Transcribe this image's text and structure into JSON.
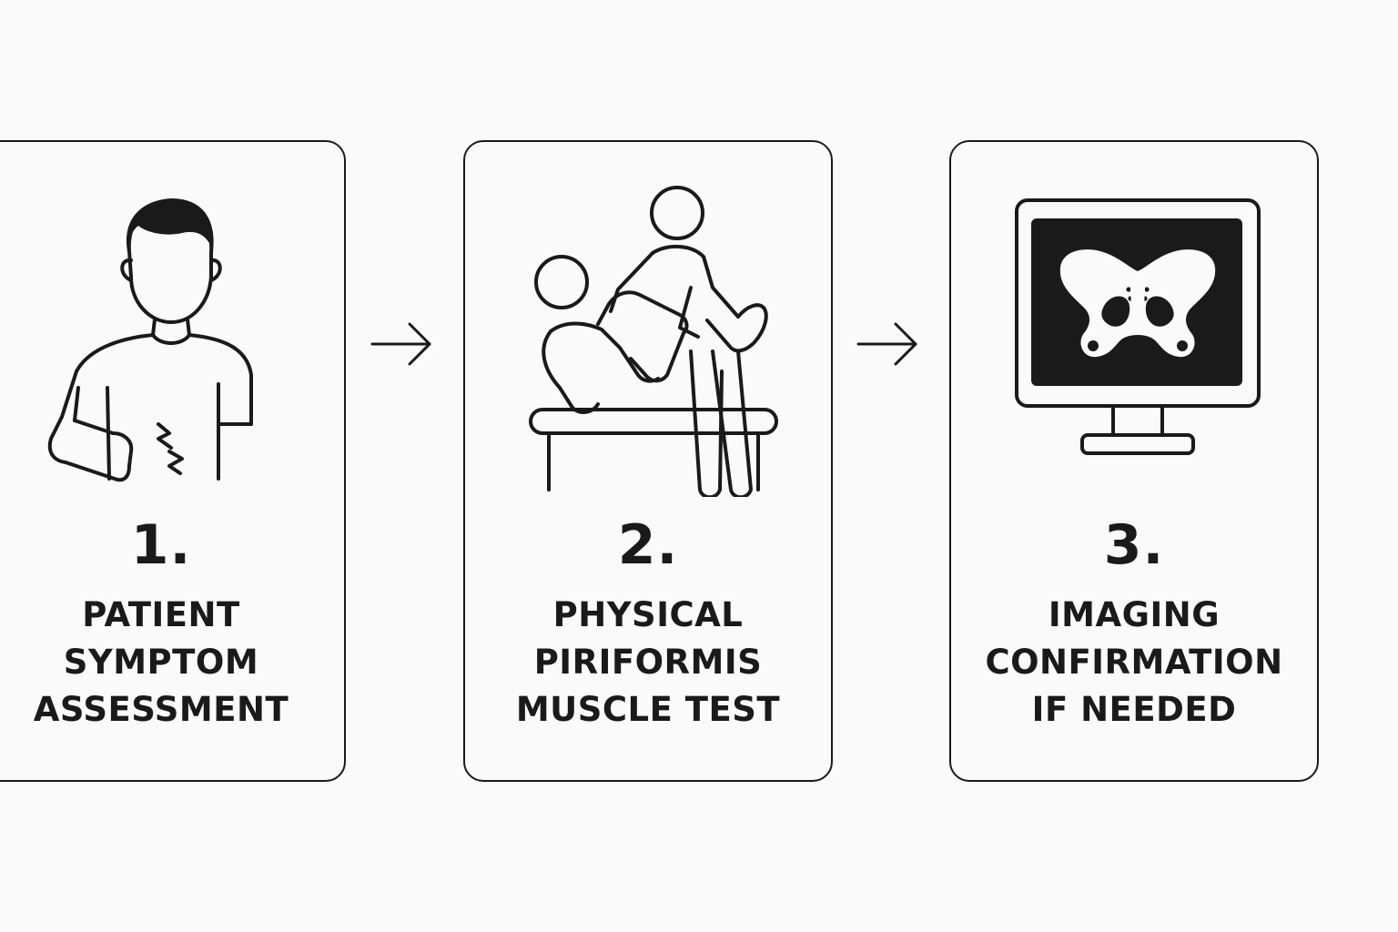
{
  "steps": [
    {
      "number": "1.",
      "label_lines": [
        "PATIENT",
        "SYMPTOM",
        "ASSESSMENT"
      ],
      "icon": "patient-pain-icon"
    },
    {
      "number": "2.",
      "label_lines": [
        "PHYSICAL",
        "PIRIFORMIS",
        "MUSCLE TEST"
      ],
      "icon": "physical-exam-icon"
    },
    {
      "number": "3.",
      "label_lines": [
        "IMAGING",
        "CONFIRMATION",
        "IF NEEDED"
      ],
      "icon": "pelvis-monitor-icon"
    }
  ],
  "arrows": [
    "arrow-right-icon",
    "arrow-right-icon"
  ],
  "colors": {
    "ink": "#1a1a1a",
    "background": "#fafafa"
  }
}
